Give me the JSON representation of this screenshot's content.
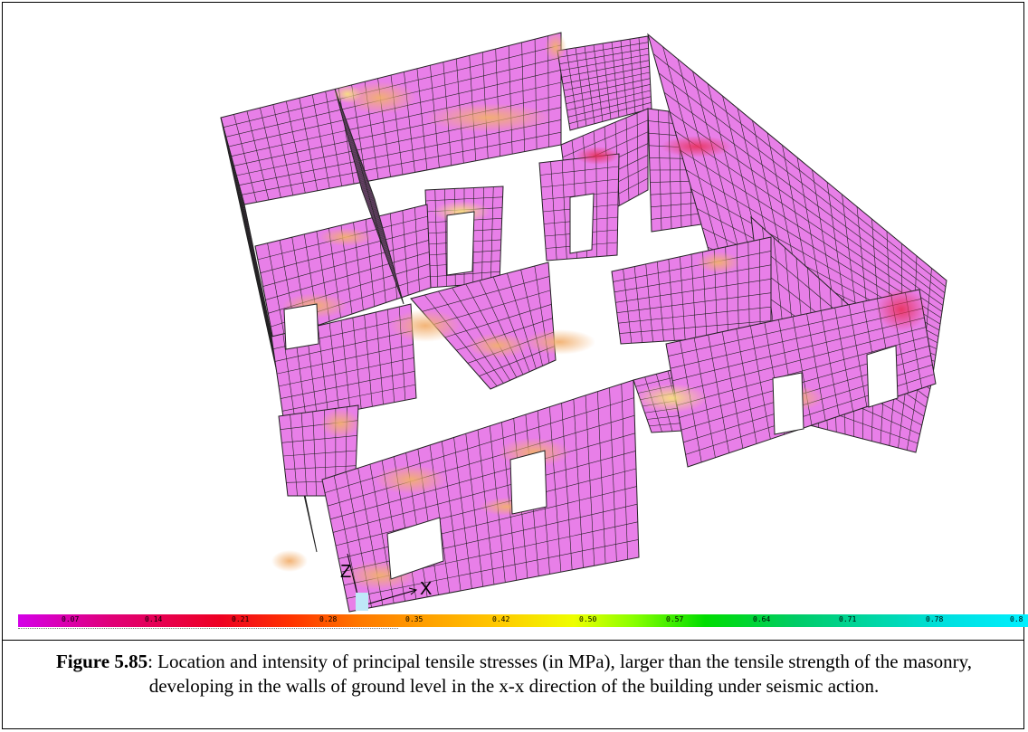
{
  "figure": {
    "number_label": "Figure 5.85",
    "caption": ": Location and intensity of principal tensile stresses (in MPa), larger than the tensile strength of the masonry, developing in the walls of ground level in the x-x direction of the building under seismic action."
  },
  "axes": {
    "z_label": "Z",
    "x_label": "X"
  },
  "legend": {
    "ticks": [
      "0.07",
      "0.14",
      "0.21",
      "0.28",
      "0.35",
      "0.42",
      "0.50",
      "0.57",
      "0.64",
      "0.71",
      "0.78",
      "0.8"
    ]
  },
  "colors": {
    "wall": "#e87fe8",
    "mesh": "#222222",
    "hot_orange": "#f0a060",
    "hot_red": "#e8406a",
    "frame": "#000000"
  }
}
